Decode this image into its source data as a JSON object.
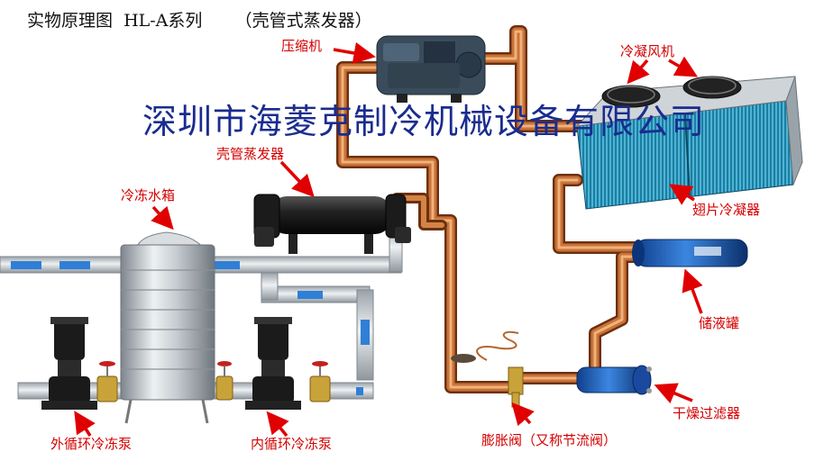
{
  "title": "实物原理图  HL-A系列      （壳管式蒸发器）",
  "watermark": "深圳市海菱克制冷机械设备有限公司",
  "labels": {
    "compressor": "压缩机",
    "condenser_fan": "冷凝风机",
    "shell_tube_evaporator": "壳管蒸发器",
    "chilled_water_tank": "冷冻水箱",
    "fin_condenser": "翅片冷凝器",
    "liquid_receiver": "储液罐",
    "filter_drier": "干燥过滤器",
    "expansion_valve": "膨胀阀（又称节流阀）",
    "inner_pump": "内循环冷冻泵",
    "outer_pump": "外循环冷冻泵"
  },
  "colors": {
    "label_text": "#d40000",
    "arrow": "#e00000",
    "copper_pipe": "#b8652f",
    "water_pipe": "#c9ced3",
    "water_stripe": "#2f7fd6",
    "watermark": "#1a2c8f"
  }
}
